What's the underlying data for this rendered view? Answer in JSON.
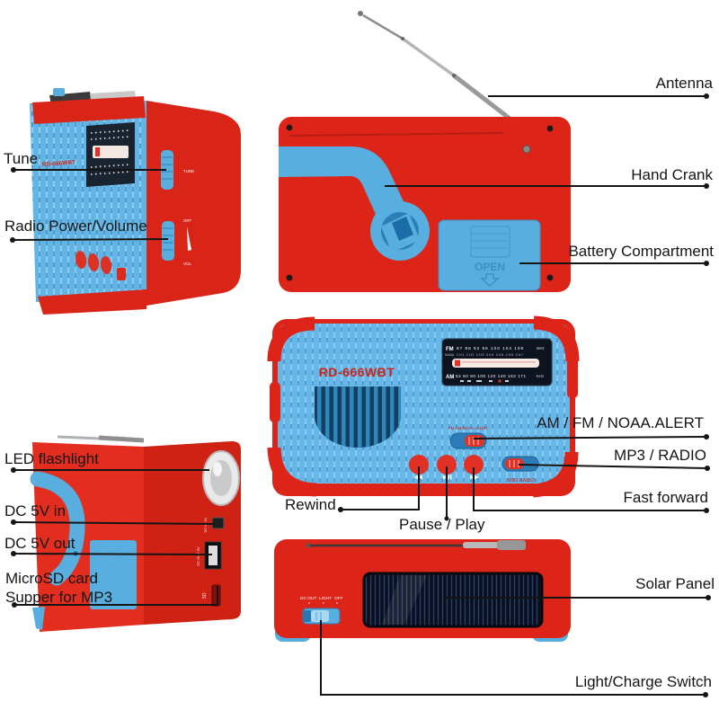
{
  "colors": {
    "body_red": "#dd2418",
    "body_blue": "#5fb2e6",
    "dark_blue": "#1c6fa0",
    "panel_black": "#0d1420",
    "line_black": "#141414"
  },
  "callouts": {
    "tune": "Tune",
    "radio_power_volume": "Radio Power/Volume",
    "led_flashlight": "LED flashlight",
    "dc_5v_in": "DC 5V in",
    "dc_5v_out": "DC 5V out",
    "microsd_line1": "MicroSD card",
    "microsd_line2": "Supper for MP3",
    "antenna": "Antenna",
    "hand_crank": "Hand Crank",
    "battery_compartment": "Battery Compartment",
    "am_fm_noaa": "AM / FM / NOAA.ALERT",
    "mp3_radio": "MP3 / RADIO",
    "fast_forward": "Fast forward",
    "solar_panel": "Solar Panel",
    "light_charge_switch": "Light/Charge Switch",
    "rewind": "Rewind",
    "pause_play": "Pause / Play"
  },
  "radio": {
    "model": "RD-666WBT",
    "perspective_view": {
      "model": "RD-666WBT",
      "tune": "TUNE",
      "off": "OFF",
      "vol": "VOL"
    },
    "back_view": {
      "open": "OPEN"
    },
    "front_view": {
      "model": "RD-666WBT",
      "fm": "FM",
      "noaa": "NOAA",
      "fm_scale": "87 88 92 96 100 104 108",
      "fm_unit": "MHz",
      "channels": "CH1 CH2 CH3 CH4 CH5 CH6 CH7",
      "am": "AM",
      "am_scale": "52 60 80 100 120 140 162 171",
      "am_unit": "KHz",
      "alert_switch": "FM AM/NOAA ALERT",
      "mp3_switch": "MP3 RADIO"
    },
    "side_view": {
      "dc_in": "DC IN 5V",
      "dc_out": "DC OUT 5V",
      "sd": "SD"
    },
    "top_view": {
      "dc_out_label": "DC OUT",
      "light_label": "LIGHT",
      "off_label": "OFF"
    }
  }
}
